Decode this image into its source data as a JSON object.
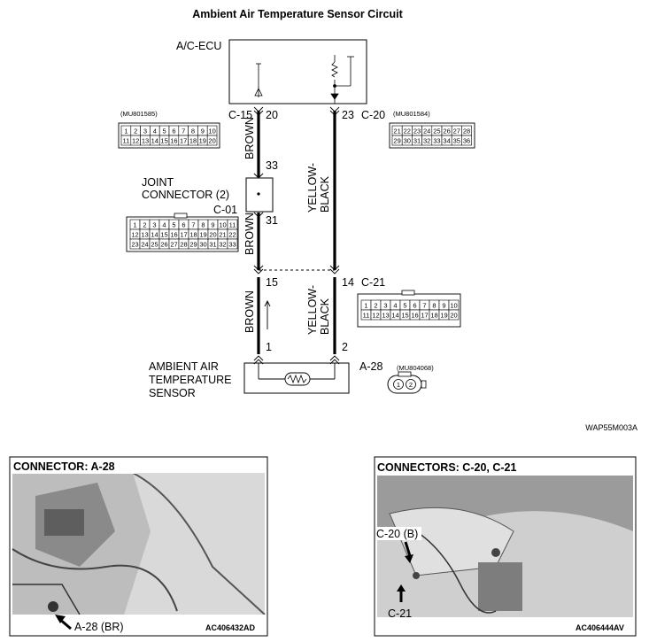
{
  "title": "Ambient Air Temperature Sensor Circuit",
  "ecu_label": "A/C-ECU",
  "connectors": {
    "c15": {
      "id": "C-15",
      "pin": "20",
      "part": "(MU801585)",
      "row1": [
        "1",
        "2",
        "3",
        "4",
        "5",
        "6",
        "7",
        "8",
        "9",
        "10"
      ],
      "row2": [
        "11",
        "12",
        "13",
        "14",
        "15",
        "16",
        "17",
        "18",
        "19",
        "20"
      ]
    },
    "c20": {
      "id": "C-20",
      "pin": "23",
      "part": "(MU801584)",
      "row1": [
        "21",
        "22",
        "23",
        "24",
        "25",
        "26",
        "27",
        "28"
      ],
      "row2": [
        "29",
        "30",
        "31",
        "32",
        "33",
        "34",
        "35",
        "36"
      ]
    },
    "c01": {
      "id": "C-01",
      "pin_top": "33",
      "pin_bottom": "31",
      "row1": [
        "1",
        "2",
        "3",
        "4",
        "5",
        "6",
        "7",
        "8",
        "9",
        "10",
        "11"
      ],
      "row2": [
        "12",
        "13",
        "14",
        "15",
        "16",
        "17",
        "18",
        "19",
        "20",
        "21",
        "22"
      ],
      "row3": [
        "23",
        "24",
        "25",
        "26",
        "27",
        "28",
        "29",
        "30",
        "31",
        "32",
        "33"
      ]
    },
    "c21": {
      "id": "C-21",
      "pin_left": "15",
      "pin_right": "14",
      "row1": [
        "1",
        "2",
        "3",
        "4",
        "5",
        "6",
        "7",
        "8",
        "9",
        "10"
      ],
      "row2": [
        "11",
        "12",
        "13",
        "14",
        "15",
        "16",
        "17",
        "18",
        "19",
        "20"
      ]
    },
    "a28": {
      "id": "A-28",
      "pin_left": "1",
      "pin_right": "2",
      "part": "(MU804068)",
      "pins": [
        "1",
        "2"
      ]
    }
  },
  "joint_connector": {
    "line1": "JOINT",
    "line2": "CONNECTOR (2)"
  },
  "wires": {
    "brown": "BROWN",
    "yellow_black_line1": "YELLOW-",
    "yellow_black_line2": "BLACK"
  },
  "sensor": {
    "line1": "AMBIENT AIR",
    "line2": "TEMPERATURE",
    "line3": "SENSOR"
  },
  "diagram_code": "WAP55M003A",
  "photo_a28": {
    "title": "CONNECTOR: A-28",
    "callout": "A-28 (BR)",
    "code": "AC406432AD"
  },
  "photo_c20": {
    "title": "CONNECTORS: C-20, C-21",
    "callout_c20": "C-20 (B)",
    "callout_c21": "C-21",
    "code": "AC406444AV"
  }
}
